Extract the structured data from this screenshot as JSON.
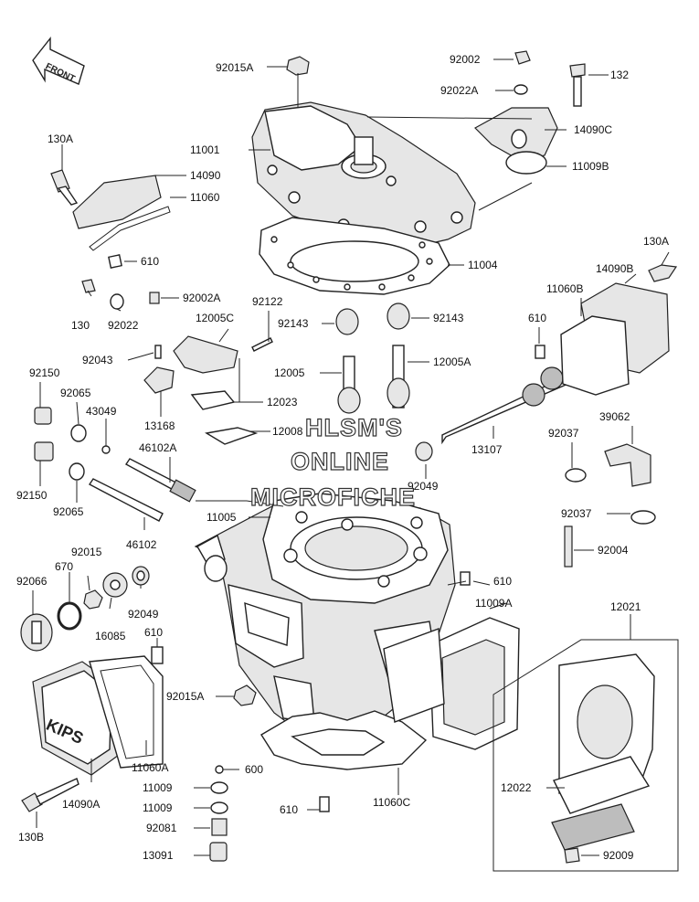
{
  "watermark": {
    "line1": "HLSM'S",
    "line2": "ONLINE",
    "line3": "MICROFICHE"
  },
  "front_badge": "FRONT",
  "housing_mark": "KIPS",
  "labels": {
    "p92015A_top": "92015A",
    "p92002_top": "92002",
    "p132": "132",
    "p92022A": "92022A",
    "p14090C": "14090C",
    "p11009B": "11009B",
    "p130A_left": "130A",
    "p11001": "11001",
    "p14090": "14090",
    "p11060": "11060",
    "p610_a": "610",
    "p11004": "11004",
    "p130A_right": "130A",
    "p14090B": "14090B",
    "p11060B": "11060B",
    "p130": "130",
    "p92022": "92022",
    "p92002A": "92002A",
    "p92122": "92122",
    "p12005C": "12005C",
    "p92143_l": "92143",
    "p92143_r": "92143",
    "p610_b": "610",
    "p92043": "92043",
    "p12005": "12005",
    "p12005A": "12005A",
    "p92150_a": "92150",
    "p92065_a": "92065",
    "p43049": "43049",
    "p12023": "12023",
    "p13168": "13168",
    "p12008": "12008",
    "p39062": "39062",
    "p92037_a": "92037",
    "p13107": "13107",
    "p46102A": "46102A",
    "p92150_b": "92150",
    "p92049_a": "92049",
    "p92065_b": "92065",
    "p11005": "11005",
    "p92037_b": "92037",
    "p46102": "46102",
    "p92004": "92004",
    "p670": "670",
    "p92015": "92015",
    "p610_c": "610",
    "p92066": "92066",
    "p92049_b": "92049",
    "p16085": "16085",
    "p610_d": "610",
    "p11009A": "11009A",
    "p12021": "12021",
    "p92015A_bot": "92015A",
    "p11060A": "11060A",
    "p600": "600",
    "p11009_a": "11009",
    "p14090A": "14090A",
    "p11009_b": "11009",
    "p610_e": "610",
    "p11060C": "11060C",
    "p12022": "12022",
    "p92081": "92081",
    "p130B": "130B",
    "p13091": "13091",
    "p92009": "92009"
  }
}
